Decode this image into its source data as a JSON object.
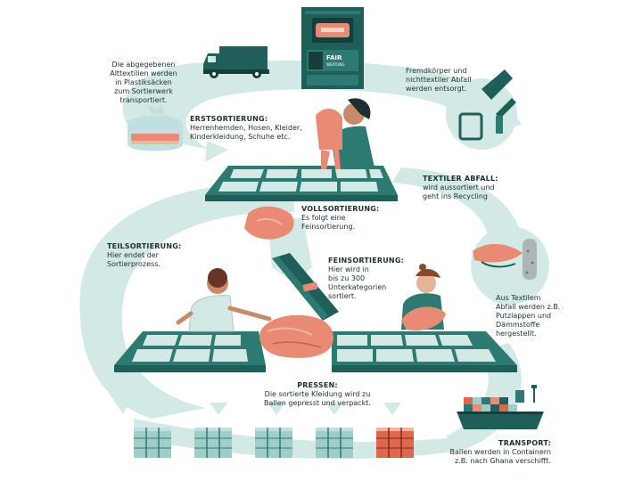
{
  "labels": {
    "bags": {
      "body": "Die abgegebenen\nAlttextilien werden\nin Plastiksäcken\nzum Sortierwerk\ntransportiert."
    },
    "erst": {
      "title": "ERSTSORTIERUNG:",
      "body": "Herrenhemden, Hosen, Kleider,\nKinderkleidung, Schuhe etc."
    },
    "fremd": {
      "body": "Fremdkörper und\nnichttextiler Abfall\nwerden entsorgt."
    },
    "textiler": {
      "title": "TEXTILER ABFALL:",
      "body": "wird aussortiert und\ngeht ins Recycling"
    },
    "voll": {
      "title": "VOLLSORTIERUNG:",
      "body": "Es folgt eine\nFeinsortierung."
    },
    "teil": {
      "title": "TEILSORTIERUNG:",
      "body": "Hier endet der\nSortierprozess."
    },
    "fein": {
      "title": "FEINSORTIERUNG:",
      "body": "Hier wird in\nbis zu 300\nUnterkategorien\nsortiert."
    },
    "recycle": {
      "body": "Aus Textilem\nAbfall werden z.B.\nPutzlappen und\nDämmstoffe\nhergestellt."
    },
    "pressen": {
      "title": "PRESSEN:",
      "body": "Die sortierte Kleidung wird zu\nBallen gepresst und verpackt."
    },
    "transport": {
      "title": "TRANSPORT:",
      "body": "Ballen werden in Containern\nz.B. nach Ghana verschifft."
    }
  },
  "container": {
    "brand": "FAIR",
    "sub": "WERTUNG"
  },
  "colors": {
    "flow": "#d3e9e6",
    "teal_dark": "#1f5f5a",
    "teal": "#2d7a72",
    "salmon": "#e98a74",
    "salmon_light": "#f2b4a1",
    "bale_red": "#e0674d"
  }
}
